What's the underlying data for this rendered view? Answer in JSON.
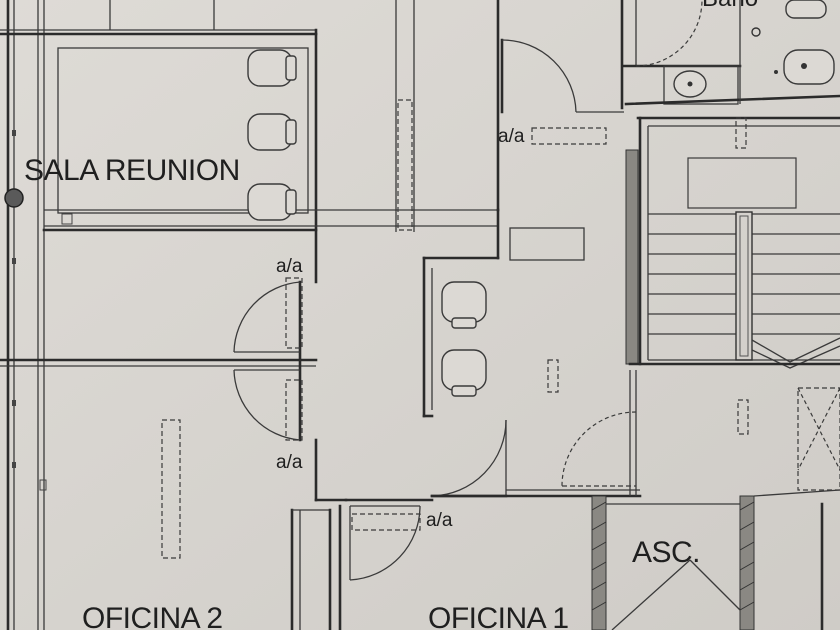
{
  "rooms": {
    "sala_reunion": "SALA REUNION",
    "oficina_1": "OFICINA 1",
    "oficina_2": "OFICINA 2",
    "bano": "Baño",
    "ascensor": "ASC."
  },
  "equipment_tag": "a/a"
}
